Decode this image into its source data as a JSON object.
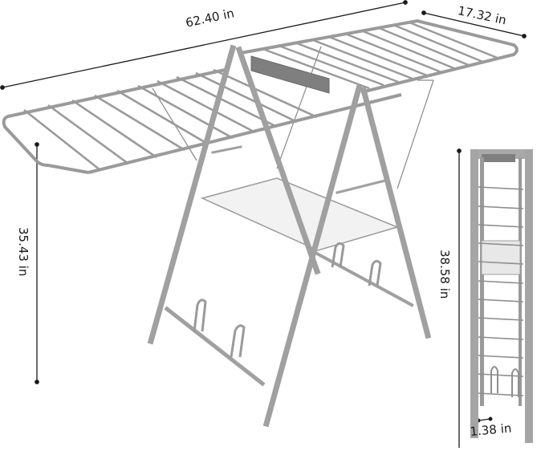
{
  "diagram": {
    "subject": "folding-drying-rack",
    "colors": {
      "frame": "#9a9a9a",
      "frame_dark": "#7d7d7d",
      "frame_light": "#b8b8b8",
      "line": "#1a1a1a",
      "mesh": "#f0f0f0",
      "background": "#ffffff"
    },
    "dimensions": {
      "length": "62.40 in",
      "width": "17.32 in",
      "height_open": "35.43 in",
      "height_folded": "38.58 in",
      "depth_folded": "1.38 in"
    }
  }
}
